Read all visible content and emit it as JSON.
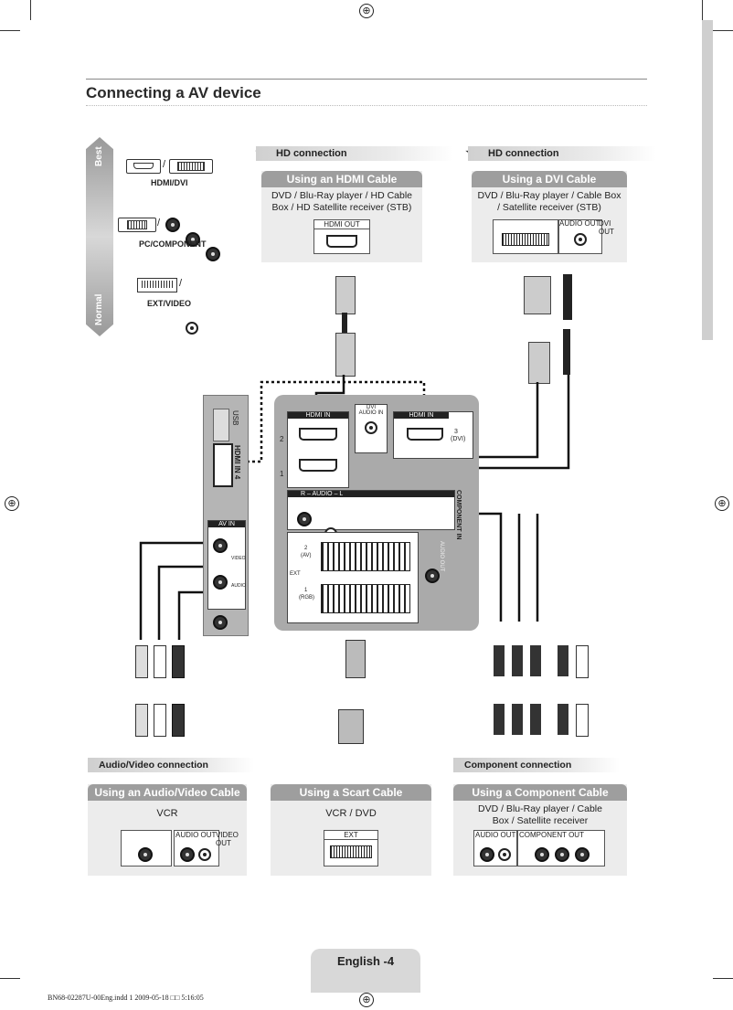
{
  "page": {
    "title": "Connecting a AV device",
    "page_number": "English -4",
    "footer": "BN68-02287U-00Eng.indd   1   2009-05-18   □□ 5:16:05"
  },
  "quality_scale": {
    "best": "Best",
    "normal": "Normal",
    "items": [
      {
        "label": "HDMI/DVI"
      },
      {
        "label": "PC/COMPONENT"
      },
      {
        "label": "EXT/VIDEO"
      }
    ]
  },
  "top_sources": [
    {
      "tag": "HD connection",
      "heading": "Using an HDMI Cable",
      "description_line1": "DVD / Blu-Ray player / HD Cable",
      "description_line2": "Box / HD Satellite receiver (STB)",
      "port_label": "HDMI OUT"
    },
    {
      "tag": "HD connection",
      "heading": "Using a DVI Cable",
      "description_line1": "DVD / Blu-Ray player / Cable Box",
      "description_line2": "/ Satellite receiver (STB)",
      "port_label_audio": "AUDIO OUT",
      "port_label_dvi": "DVI OUT"
    }
  ],
  "tv_panel": {
    "hdmi_in": "HDMI IN",
    "dvi_audio_in_1": "DVI",
    "dvi_audio_in_2": "AUDIO IN",
    "hdmi_in_3": "HDMI IN",
    "port3_line1": "3",
    "port3_line2": "(DVI)",
    "port2": "2",
    "port1": "1",
    "audio_row": "R – AUDIO – L",
    "component_in": "COMPONENT IN",
    "av_in": "AV IN",
    "video": "VIDEO",
    "audio": "AUDIO",
    "ext": "EXT",
    "ext2_line1": "2",
    "ext2_line2": "(AV)",
    "ext1_line1": "1",
    "ext1_line2": "(RGB)",
    "hdmi_in_4": "HDMI IN 4",
    "usb": "USB",
    "audio_out": "AUDIO OUT"
  },
  "bottom_tags": {
    "left": "Audio/Video connection",
    "right": "Component connection"
  },
  "bottom_sources": [
    {
      "heading": "Using an Audio/Video Cable",
      "description": "VCR",
      "port_label_audio": "AUDIO OUT",
      "port_label_video": "VIDEO OUT"
    },
    {
      "heading": "Using a Scart Cable",
      "description": "VCR / DVD",
      "port_label": "EXT"
    },
    {
      "heading": "Using a Component Cable",
      "description_line1": "DVD / Blu-Ray player / Cable",
      "description_line2": "Box / Satellite receiver",
      "port_label_audio": "AUDIO OUT",
      "port_label_component": "COMPONENT OUT"
    }
  ],
  "icons": [
    "registration-mark-icon",
    "star-icon",
    "hdmi-port-icon",
    "dvi-port-icon",
    "vga-port-icon",
    "rca-jack-icon",
    "scart-port-icon",
    "cable-plug-icon"
  ]
}
